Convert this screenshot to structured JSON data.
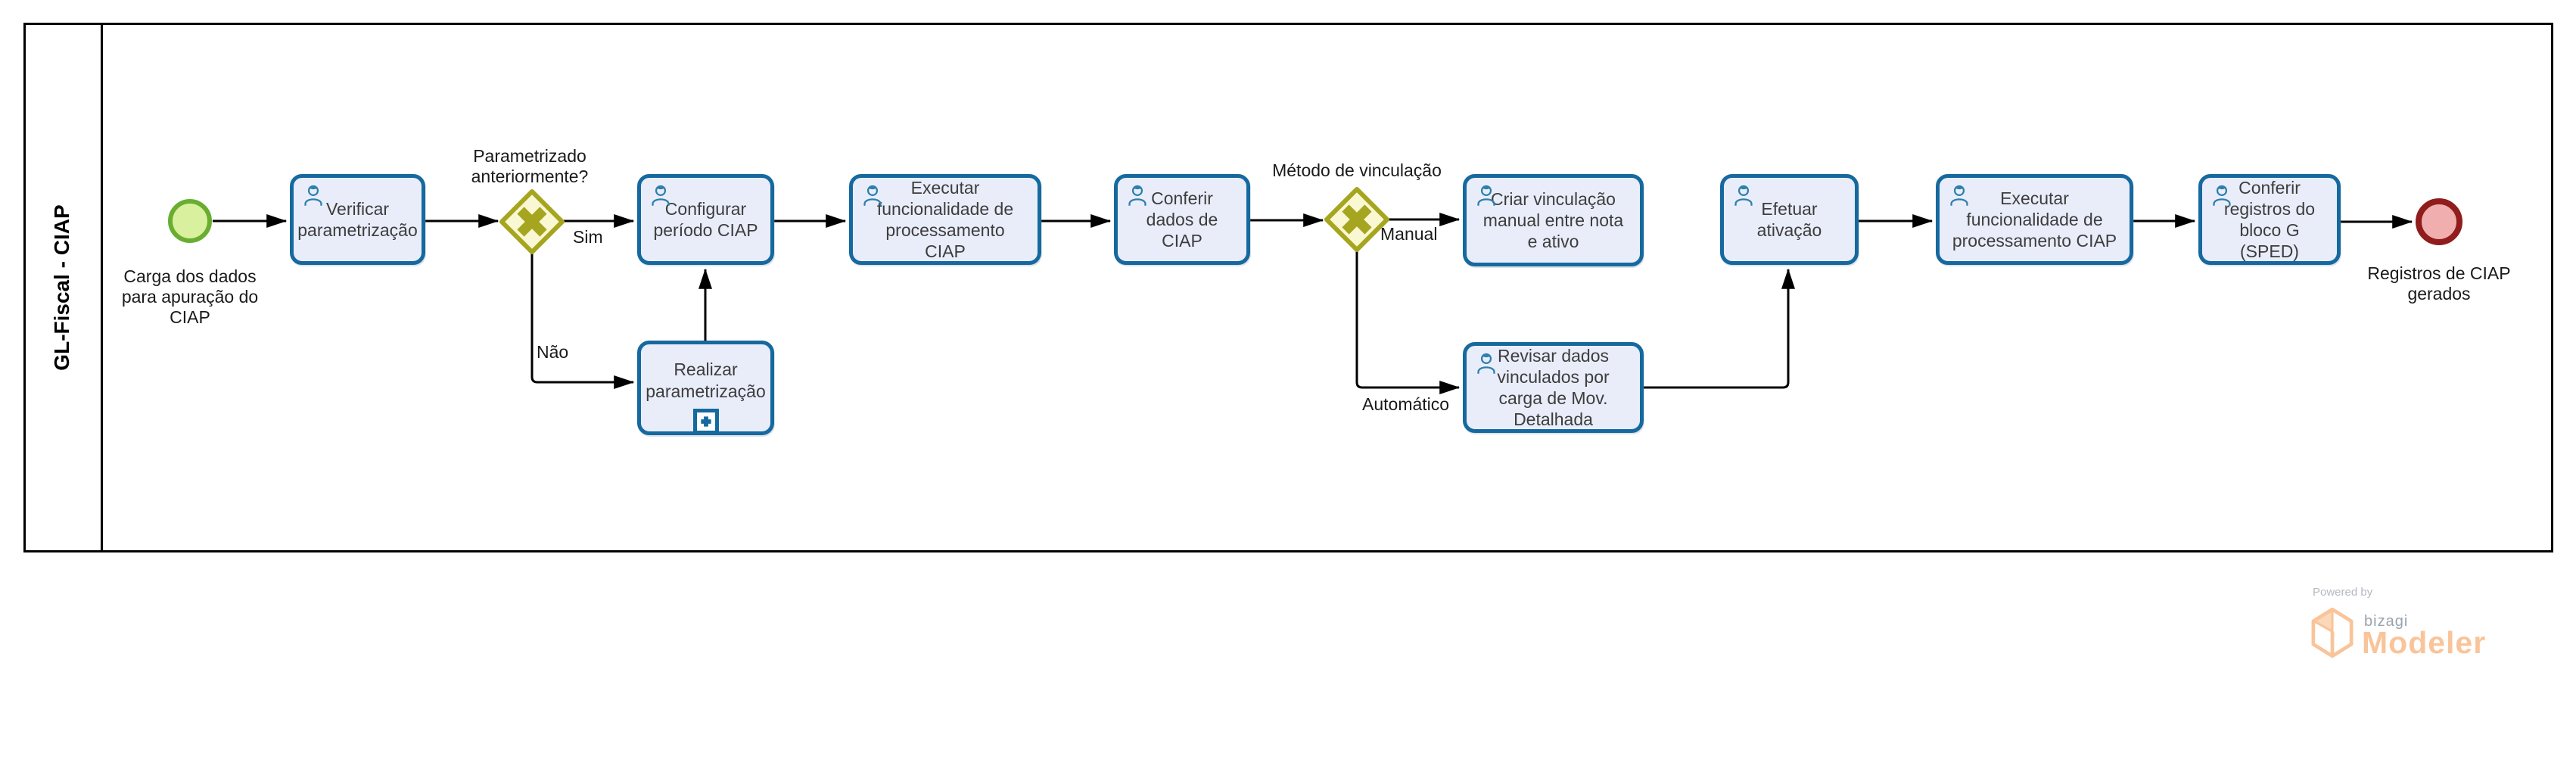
{
  "diagram": {
    "pool_label": "GL-Fiscal - CIAP"
  },
  "events": {
    "start_label": "Carga dos dados para apuração do CIAP",
    "end_label": "Registros de CIAP gerados"
  },
  "tasks": {
    "t1": "Verificar parametrização",
    "t2": "Configurar período CIAP",
    "t3": "Executar funcionalidade de processamento CIAP",
    "t4": "Conferir dados de CIAP",
    "t5": "Criar vinculação manual entre nota e ativo",
    "t6": "Efetuar ativação",
    "t7": "Executar funcionalidade de processamento CIAP",
    "t8": "Conferir registros do bloco G (SPED)",
    "t9": "Realizar parametrização",
    "t10": "Revisar dados vinculados por carga de Mov. Detalhada"
  },
  "gateways": {
    "g1": "Parametrizado anteriormente?",
    "g2": "Método de vinculação"
  },
  "edges": {
    "sim": "Sim",
    "nao": "Não",
    "manual": "Manual",
    "automatico": "Automático"
  },
  "branding": {
    "powered_by": "Powered by",
    "brand": "bizagi",
    "product": "Modeler"
  },
  "colors": {
    "task_border": "#16699e",
    "task_fill": "#e9edfa",
    "gateway_border": "#a6a51f",
    "gateway_fill": "#f9f8d2",
    "start_border": "#68ae31",
    "start_fill": "#d9f09e",
    "end_border": "#901c1c",
    "end_fill": "#f0aeae",
    "flow_line": "#000000",
    "accent_orange": "#f9c49a"
  }
}
